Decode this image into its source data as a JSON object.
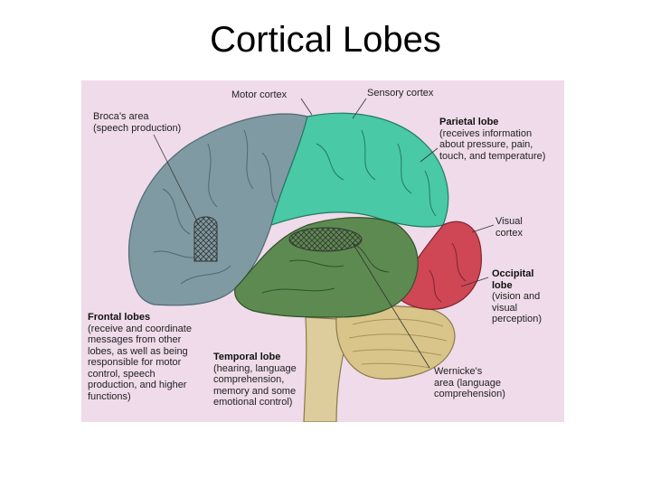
{
  "slide": {
    "title": "Cortical Lobes"
  },
  "colors": {
    "panel_background": "#efdbe9",
    "frontal": "#7f9aa2",
    "parietal": "#49c9a6",
    "occipital": "#cf4655",
    "temporal": "#5d8a50",
    "cerebellum": "#d9c48a",
    "brainstem": "#ddcd9c"
  },
  "labels": {
    "motor_cortex": "Motor cortex",
    "sensory_cortex": "Sensory cortex",
    "brocas_area": {
      "line1": "Broca’s area",
      "line2": "(speech production)"
    },
    "parietal_lobe": {
      "name": "Parietal lobe",
      "desc": [
        "(receives information",
        "about pressure, pain,",
        "touch, and temperature)"
      ]
    },
    "visual_cortex": {
      "line1": "Visual",
      "line2": "cortex"
    },
    "occipital_lobe": {
      "name1": "Occipital",
      "name2": "lobe",
      "desc": [
        "(vision and",
        "visual",
        "perception)"
      ]
    },
    "frontal_lobes": {
      "name": "Frontal lobes",
      "desc": [
        "(receive and coordinate",
        "messages from other",
        "lobes, as well as being",
        "responsible for motor",
        "control, speech",
        "production, and higher",
        "functions)"
      ]
    },
    "temporal_lobe": {
      "name": "Temporal lobe",
      "desc": [
        "(hearing, language",
        "comprehension,",
        "memory and some",
        "emotional control)"
      ]
    },
    "wernickes_area": {
      "line1": "Wernicke's",
      "line2": "area (language",
      "line3": "comprehension)"
    }
  }
}
